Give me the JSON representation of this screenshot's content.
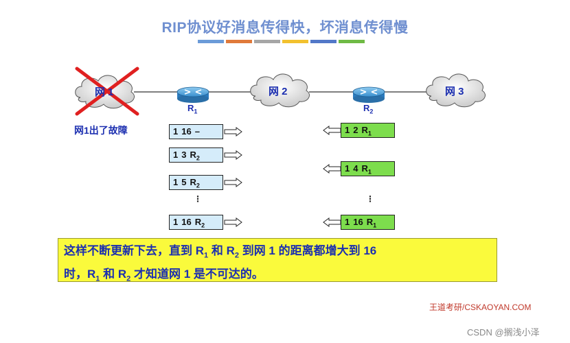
{
  "title": "RIP协议好消息传得快，坏消息传得慢",
  "color_bar": [
    "#6b9bd8",
    "#e07a3a",
    "#a6a6a6",
    "#f2c12e",
    "#5278c8",
    "#6fba45"
  ],
  "networks": {
    "net1": "网 1",
    "net2": "网 2",
    "net3": "网 3"
  },
  "routers": {
    "r1": {
      "base": "R",
      "sub": "1"
    },
    "r2": {
      "base": "R",
      "sub": "2"
    }
  },
  "fault_label": "网1出了故障",
  "r1_messages": [
    {
      "a": "1",
      "b": "16",
      "c": "–",
      "sub": ""
    },
    {
      "a": "1",
      "b": "3",
      "c": "R",
      "sub": "2"
    },
    {
      "a": "1",
      "b": "5",
      "c": "R",
      "sub": "2"
    },
    {
      "a": "1",
      "b": "16",
      "c": "R",
      "sub": "2"
    }
  ],
  "r2_messages": [
    {
      "a": "1",
      "b": "2",
      "c": "R",
      "sub": "1"
    },
    {
      "a": "1",
      "b": "4",
      "c": "R",
      "sub": "1"
    },
    {
      "a": "1",
      "b": "16",
      "c": "R",
      "sub": "1"
    }
  ],
  "ellipsis": "⋮",
  "summary": {
    "p1": "这样不断更新下去，直到 R",
    "s1": "1",
    "p2": " 和 R",
    "s2": "2",
    "p3": " 到网 1 的距离都增大到 16",
    "p4": "时，R",
    "s3": "1",
    "p5": " 和 R",
    "s4": "2",
    "p6": " 才知道网 1 是不可达的。"
  },
  "credit": "王道考研/CSKAOYAN.COM",
  "watermark": "CSDN @搁浅小泽"
}
